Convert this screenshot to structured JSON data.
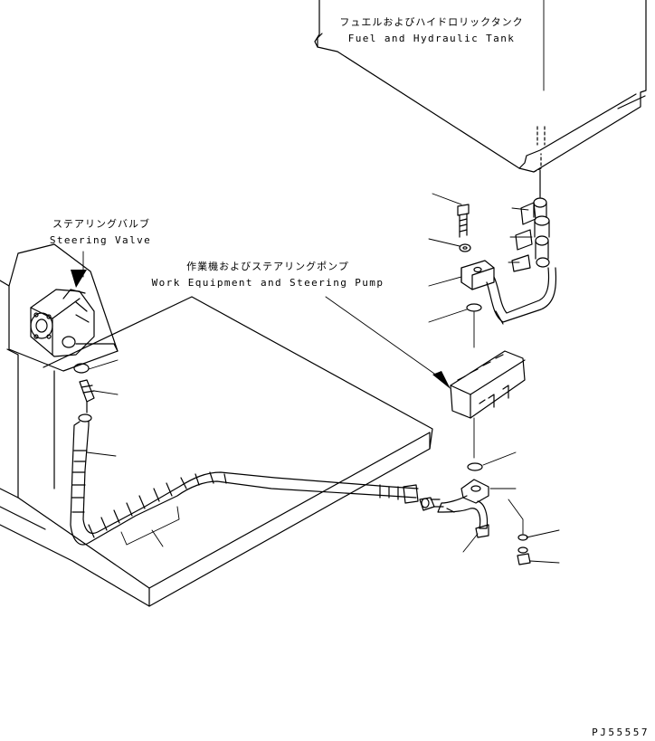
{
  "labels": {
    "tank_jp": "フュエルおよびハイドロリックタンク",
    "tank_en": "Fuel and Hydraulic Tank",
    "steering_valve_jp": "ステアリングバルブ",
    "steering_valve_en": "Steering Valve",
    "pump_jp": "作業機およびステアリングポンプ",
    "pump_en": "Work Equipment and Steering Pump"
  },
  "drawing_code": "PJ55557",
  "colors": {
    "line": "#000000",
    "background": "#ffffff"
  }
}
